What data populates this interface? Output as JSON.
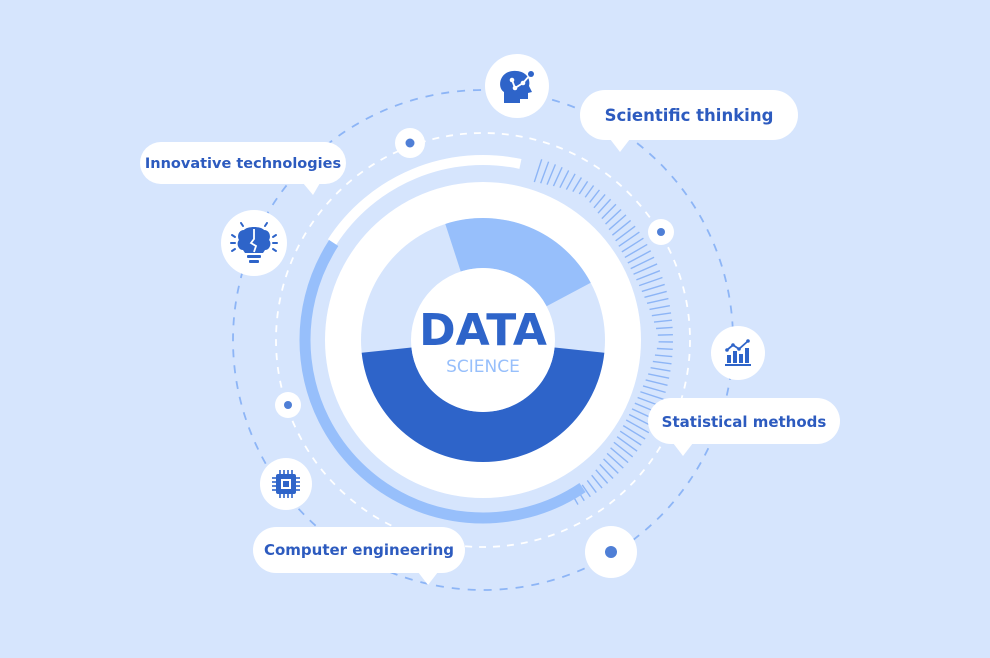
{
  "center": {
    "title": "DATA",
    "subtitle": "SCIENCE"
  },
  "labels": {
    "innovative": "Innovative technologies",
    "scientific": "Scientific thinking",
    "statistical": "Statistical methods",
    "computer": "Computer engineering"
  },
  "icons": [
    "brain-lightbulb-icon",
    "head-network-icon",
    "bar-chart-icon",
    "microchip-icon"
  ],
  "colors": {
    "background": "#d6e5fd",
    "dark_blue": "#2e64c9",
    "light_blue": "#97bffb",
    "pale_blue": "#d6e5fd",
    "white": "#ffffff",
    "text": "#2d5bbf"
  }
}
